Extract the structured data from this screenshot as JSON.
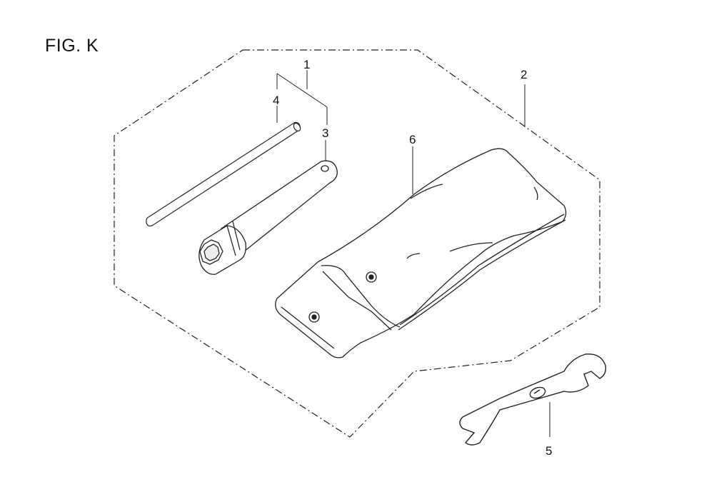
{
  "figure": {
    "title": "FIG. K"
  },
  "callouts": {
    "c1": "1",
    "c2": "2",
    "c3": "3",
    "c4": "4",
    "c5": "5",
    "c6": "6"
  },
  "parts": [
    {
      "id": "tool-set",
      "callout": "1"
    },
    {
      "id": "tool-kit-assembly",
      "callout": "2"
    },
    {
      "id": "spark-plug-socket-wrench",
      "callout": "3"
    },
    {
      "id": "handle-bar",
      "callout": "4"
    },
    {
      "id": "open-end-wrench",
      "callout": "5"
    },
    {
      "id": "tool-bag",
      "callout": "6"
    }
  ]
}
